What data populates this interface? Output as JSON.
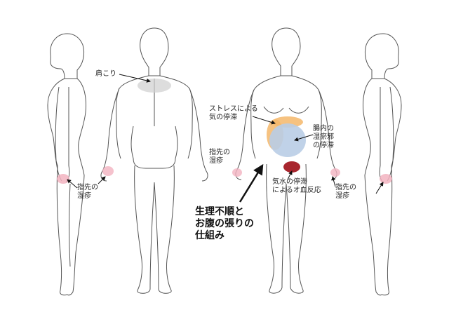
{
  "labels": {
    "shoulder": "肩こり",
    "stress": "ストレスによる\n気の停滞",
    "intestine": "腸内の\n湿瘀邪\nの停滞",
    "fingertips_left": "指先の\n湿疹",
    "fingertips_mid": "指先の\n湿疹",
    "fingertips_right": "指先の\n湿疹",
    "fluid": "気水の停滞\nによるオ血反応",
    "main_caption": "生理不順と\nお腹の張りの\n仕組み"
  },
  "colors": {
    "outline": "#555555",
    "stress_zone": "#f5b76a",
    "intestine_zone": "#b9cde6",
    "blood_zone": "#a8262e",
    "finger_highlight": "#f2b3c0",
    "shoulder_shade": "#cfcfcf"
  }
}
